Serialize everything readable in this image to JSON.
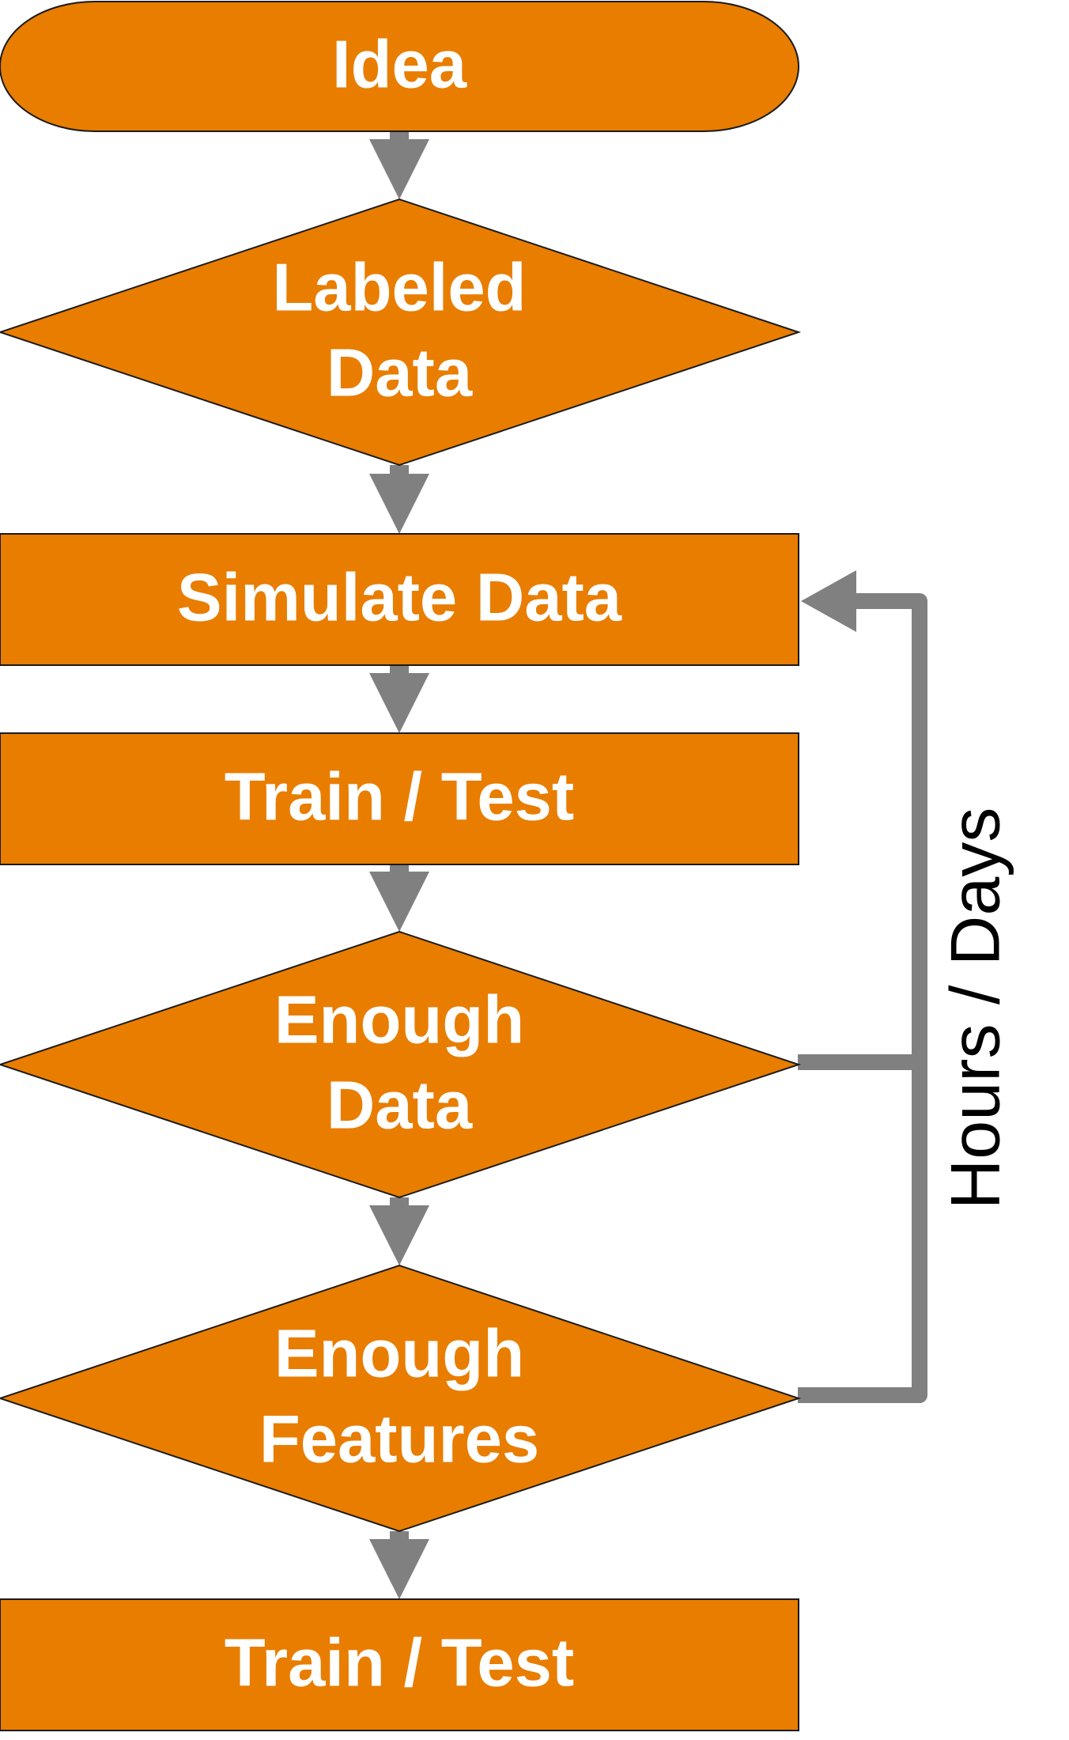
{
  "nodes": [
    {
      "id": "idea",
      "shape": "terminal",
      "lines": [
        "Idea"
      ]
    },
    {
      "id": "labeled-data",
      "shape": "decision",
      "lines": [
        "Labeled",
        "Data"
      ]
    },
    {
      "id": "simulate-data",
      "shape": "process",
      "lines": [
        "Simulate Data"
      ]
    },
    {
      "id": "train-test-1",
      "shape": "process",
      "lines": [
        "Train / Test"
      ]
    },
    {
      "id": "enough-data",
      "shape": "decision",
      "lines": [
        "Enough",
        "Data"
      ]
    },
    {
      "id": "enough-features",
      "shape": "decision",
      "lines": [
        "Enough",
        "Features"
      ]
    },
    {
      "id": "train-test-2",
      "shape": "process",
      "lines": [
        "Train / Test"
      ]
    }
  ],
  "edges": [
    {
      "from": "idea",
      "to": "labeled-data"
    },
    {
      "from": "labeled-data",
      "to": "simulate-data"
    },
    {
      "from": "simulate-data",
      "to": "train-test-1"
    },
    {
      "from": "train-test-1",
      "to": "enough-data"
    },
    {
      "from": "enough-data",
      "to": "enough-features"
    },
    {
      "from": "enough-features",
      "to": "train-test-2"
    }
  ],
  "loop": {
    "sources": [
      "enough-data",
      "enough-features"
    ],
    "target": "simulate-data",
    "label": "Hours / Days"
  },
  "colors": {
    "node_fill": "#e87d00",
    "node_stroke": "#1a1a1a",
    "node_text": "#ffffff",
    "connector": "#808080",
    "side_text": "#000000"
  }
}
